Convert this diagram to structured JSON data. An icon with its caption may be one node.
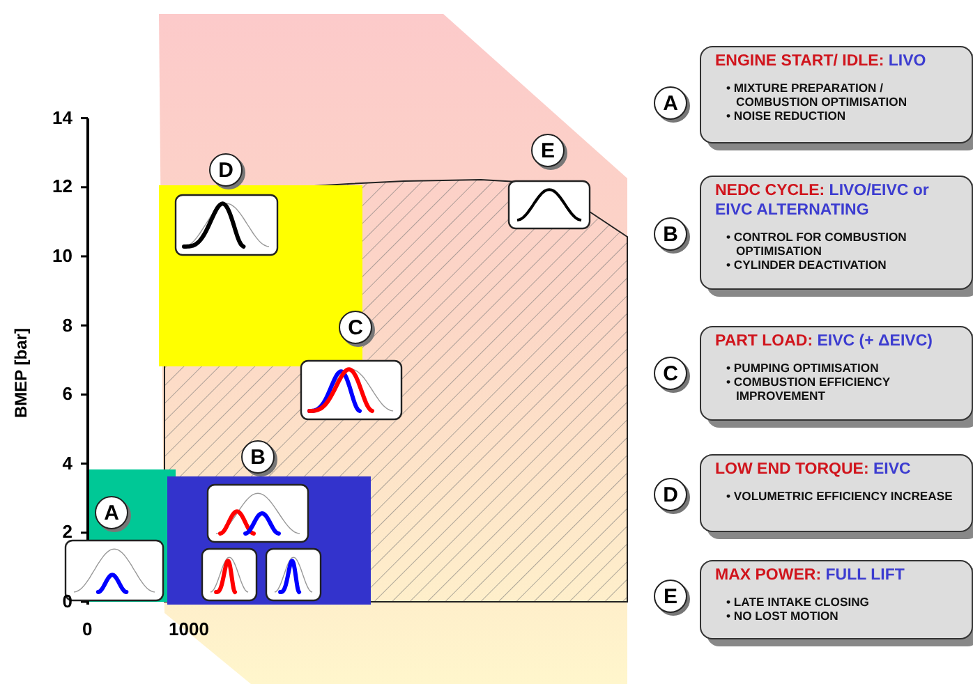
{
  "diagram": {
    "nodes": [
      {
        "text": [
          "D"
        ]
      },
      {
        "text": [
          "E"
        ]
      },
      {
        "text": [
          "C"
        ]
      },
      {
        "text": [
          "B"
        ]
      },
      {
        "text": [
          "A"
        ]
      },
      {
        "text": [
          "A"
        ]
      },
      {
        "text": [
          "ENGINE START/ IDLE:",
          "LIVO",
          "• MIXTURE PREPARATION / COMBUSTION OPTIMISATION",
          "• NOISE REDUCTION"
        ]
      },
      {
        "text": [
          "B"
        ]
      },
      {
        "text": [
          "NEDC CYCLE:",
          "LIVO/EIVC or EIVC ALTERNATING",
          "• CONTROL FOR COMBUSTION OPTIMISATION",
          "• CYLINDER DEACTIVATION"
        ]
      },
      {
        "text": [
          "C"
        ]
      },
      {
        "text": [
          "PART LOAD:",
          "EIVC (+ ΔEIVC)",
          "• PUMPING OPTIMISATION",
          "• COMBUSTION EFFICIENCY IMPROVEMENT"
        ]
      },
      {
        "text": [
          "D"
        ]
      },
      {
        "text": [
          "LOW END TORQUE:",
          "EIVC",
          "• VOLUMETRIC EFFICIENCY INCREASE"
        ]
      },
      {
        "text": [
          "E"
        ]
      },
      {
        "text": [
          "MAX POWER:",
          "FULL LIFT",
          "• LATE INTAKE CLOSING",
          "• NO LOST MOTION"
        ]
      }
    ],
    "labels": [
      "14",
      "12",
      "10",
      "8",
      "6",
      "4",
      "2",
      "0",
      "BMEP [bar]",
      "0",
      "1000"
    ]
  }
}
